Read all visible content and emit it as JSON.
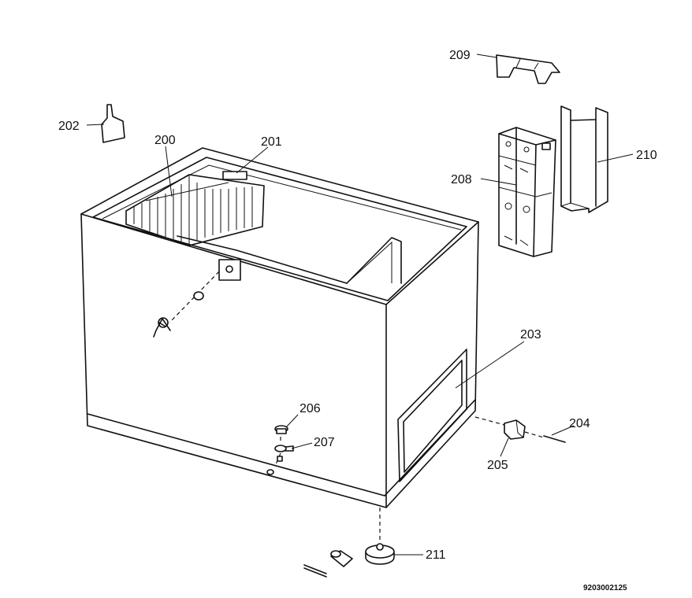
{
  "diagram": {
    "part_labels": {
      "p200": "200",
      "p201": "201",
      "p202": "202",
      "p203": "203",
      "p204": "204",
      "p205": "205",
      "p206": "206",
      "p207": "207",
      "p208": "208",
      "p209": "209",
      "p210": "210",
      "p211": "211"
    },
    "drawing_code": "9203002125",
    "line_color": "#111111",
    "background": "#ffffff"
  }
}
